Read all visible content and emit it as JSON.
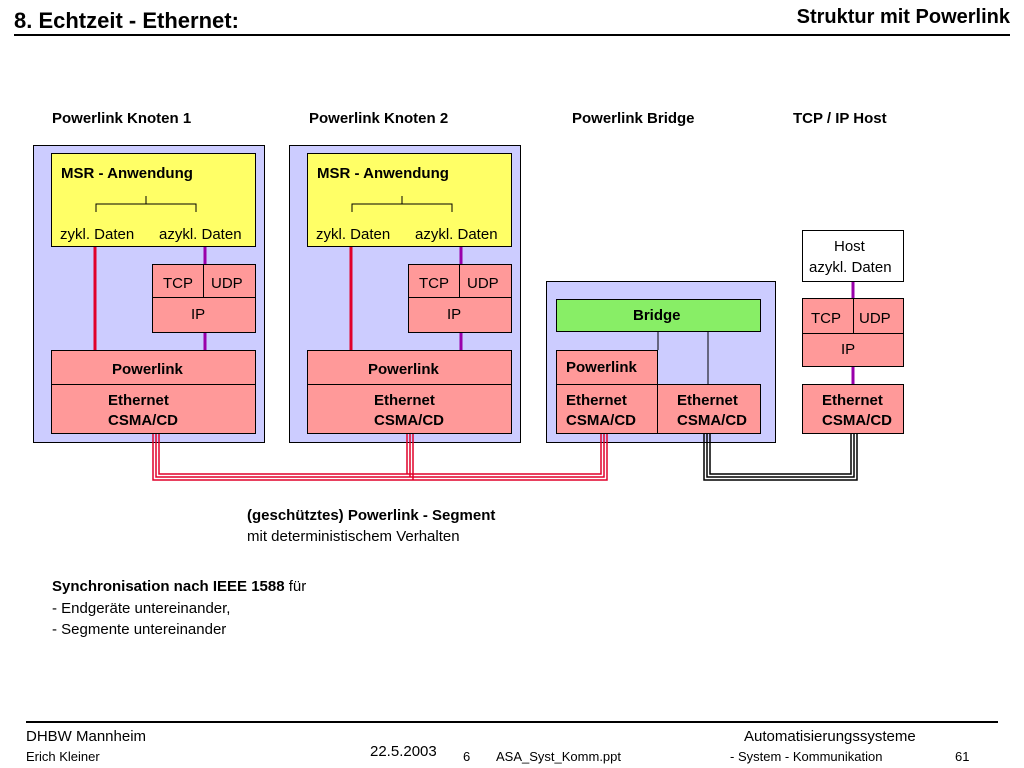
{
  "header": {
    "title": "8. Echtzeit - Ethernet:",
    "subtitle": "Struktur mit Powerlink"
  },
  "columns": {
    "node1": "Powerlink Knoten 1",
    "node2": "Powerlink Knoten 2",
    "bridge": "Powerlink Bridge",
    "host": "TCP / IP Host"
  },
  "node": {
    "app": "MSR - Anwendung",
    "cyclic": "zykl. Daten",
    "acyclic": "azykl. Daten",
    "tcp": "TCP",
    "udp": "UDP",
    "ip": "IP",
    "powerlink": "Powerlink",
    "ethernet": "Ethernet",
    "csma": "CSMA/CD"
  },
  "bridge": {
    "label": "Bridge",
    "powerlink": "Powerlink",
    "ethernet": "Ethernet",
    "csma": "CSMA/CD"
  },
  "host": {
    "line1": "Host",
    "line2": "azykl. Daten",
    "tcp": "TCP",
    "udp": "UDP",
    "ip": "IP",
    "ethernet": "Ethernet",
    "csma": "CSMA/CD"
  },
  "segment": {
    "line1": "(geschütztes) Powerlink - Segment",
    "line2": "mit deterministischem Verhalten"
  },
  "sync": {
    "line1_bold": "Synchronisation nach IEEE 1588",
    "line1_rest": " für",
    "line2": "- Endgeräte untereinander,",
    "line3": "- Segmente untereinander"
  },
  "footer": {
    "org": "DHBW  Mannheim",
    "author": "Erich Kleiner",
    "date": "22.5.2003",
    "page": "6",
    "file": "ASA_Syst_Komm.ppt",
    "course": "Automatisierungssysteme",
    "topic": "- System - Kommunikation",
    "slide": "61"
  }
}
